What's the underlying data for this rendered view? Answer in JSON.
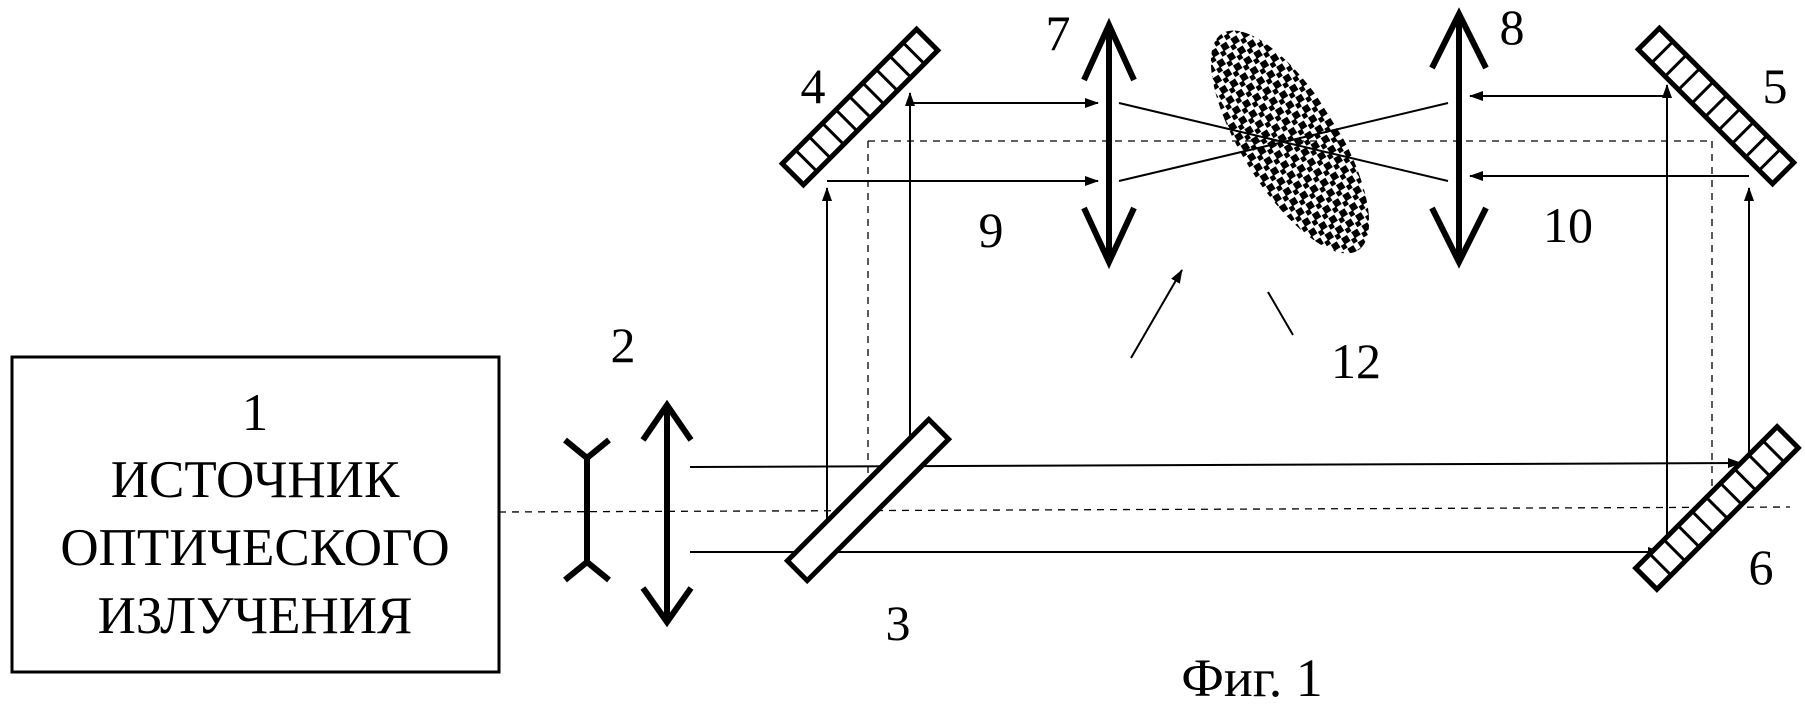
{
  "diagram": {
    "source_box": {
      "number": "1",
      "lines": [
        "ИСТОЧНИК",
        "ОПТИЧЕСКОГО",
        "ИЗЛУЧЕНИЯ"
      ]
    },
    "labels": {
      "n2": "2",
      "n3": "3",
      "n4": "4",
      "n5": "5",
      "n6": "6",
      "n7": "7",
      "n8": "8",
      "n9": "9",
      "n10": "10",
      "n12": "12"
    },
    "caption": "Фиг. 1"
  }
}
